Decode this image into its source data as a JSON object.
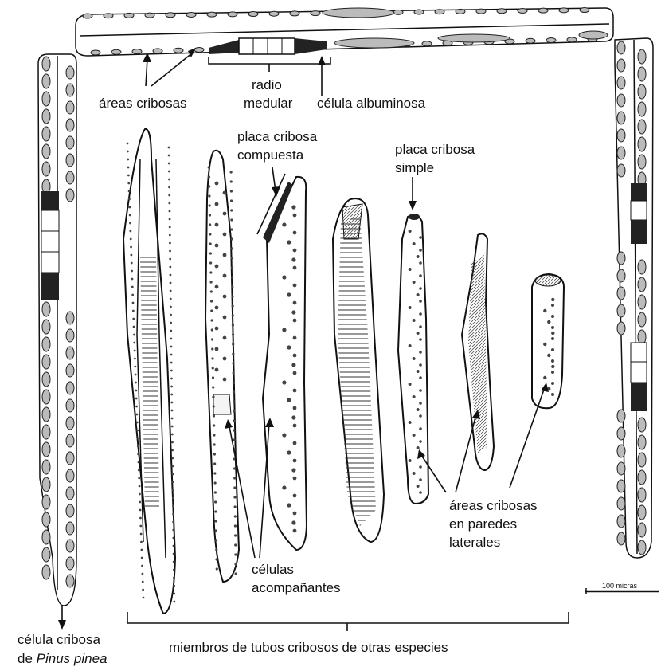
{
  "labels": {
    "areas_cribosas_top": "áreas cribosas",
    "radio_medular": [
      "radio",
      "medular"
    ],
    "celula_albuminosa": "célula albuminosa",
    "placa_compuesta": [
      "placa cribosa",
      "compuesta"
    ],
    "placa_simple": [
      "placa cribosa",
      "simple"
    ],
    "areas_laterales": [
      "áreas cribosas",
      "en paredes",
      "laterales"
    ],
    "celulas_acompanantes": [
      "células",
      "acompañantes"
    ],
    "celula_cribosa": "célula cribosa",
    "pinus_prefix": "de ",
    "pinus_name": "Pinus pinea",
    "miembros": "miembros de tubos cribosos de otras especies",
    "scale": "100 micras"
  }
}
